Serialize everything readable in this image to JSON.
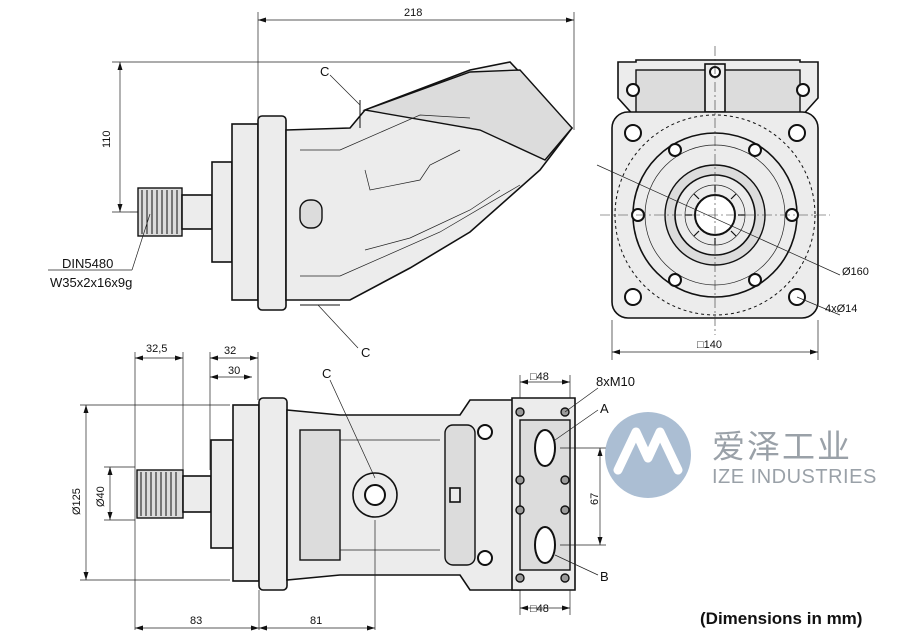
{
  "dimensions": {
    "overall_length": "218",
    "height_to_axis": "110",
    "spline_standard": "DIN5480",
    "spline_spec": "W35x2x16x9g",
    "bolt_circle": "Ø160",
    "mount_holes": "4xØ14",
    "flange_square": "□140",
    "dim_32_5": "32,5",
    "dim_32": "32",
    "dim_30": "30",
    "port_square_top": "□48",
    "port_square_bottom": "□48",
    "port_threads": "8xM10",
    "pilot_diameter": "Ø125",
    "shaft_diameter": "Ø40",
    "port_spacing": "67",
    "dim_83": "83",
    "dim_81": "81"
  },
  "labels": {
    "c_top": "C",
    "c_bottom": "C",
    "c_lower_view": "C",
    "port_a": "A",
    "port_b": "B"
  },
  "brand": {
    "name_cn": "爱泽工业",
    "name_en": "IZE INDUSTRIES",
    "logo_color": "#8fa8c4"
  },
  "footer_note": "(Dimensions in mm)"
}
